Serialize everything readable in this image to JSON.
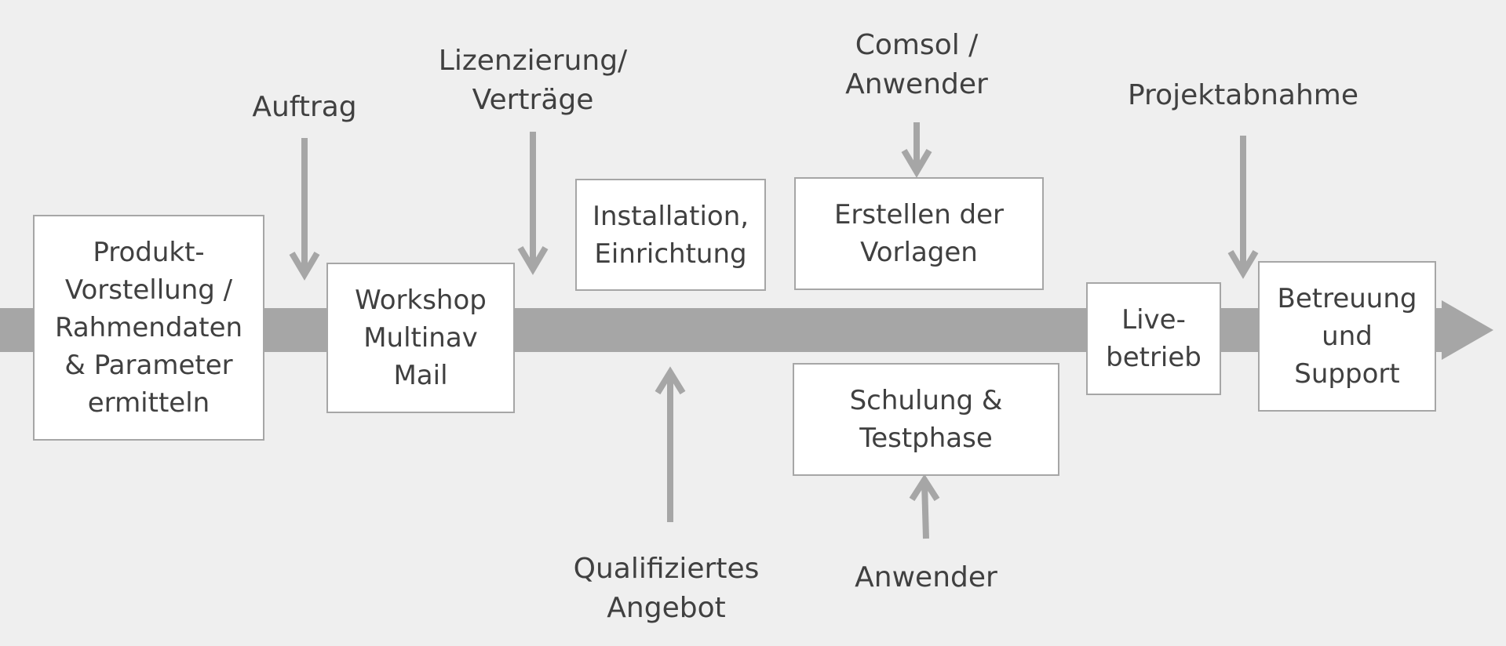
{
  "colors": {
    "background": "#efefef",
    "flow_arrow": "#a6a6a6",
    "box_fill": "#ffffff",
    "box_border": "#a6a6a6",
    "text": "#404040"
  },
  "steps": {
    "produkt": "Produkt-\nVorstellung /\nRahmendaten\n& Parameter\nermitteln",
    "workshop": "Workshop\nMultinav\nMail",
    "installation": "Installation,\nEinrichtung",
    "vorlagen": "Erstellen der\nVorlagen",
    "schulung": "Schulung &\nTestphase",
    "livebetrieb": "Live-\nbetrieb",
    "betreuung": "Betreuung\nund\nSupport"
  },
  "inputs": {
    "auftrag": "Auftrag",
    "lizenzierung": "Lizenzierung/\nVerträge",
    "comsol": "Comsol /\nAnwender",
    "projektabnahme": "Projektabnahme",
    "angebot": "Qualifiziertes\nAngebot",
    "anwender": "Anwender"
  }
}
